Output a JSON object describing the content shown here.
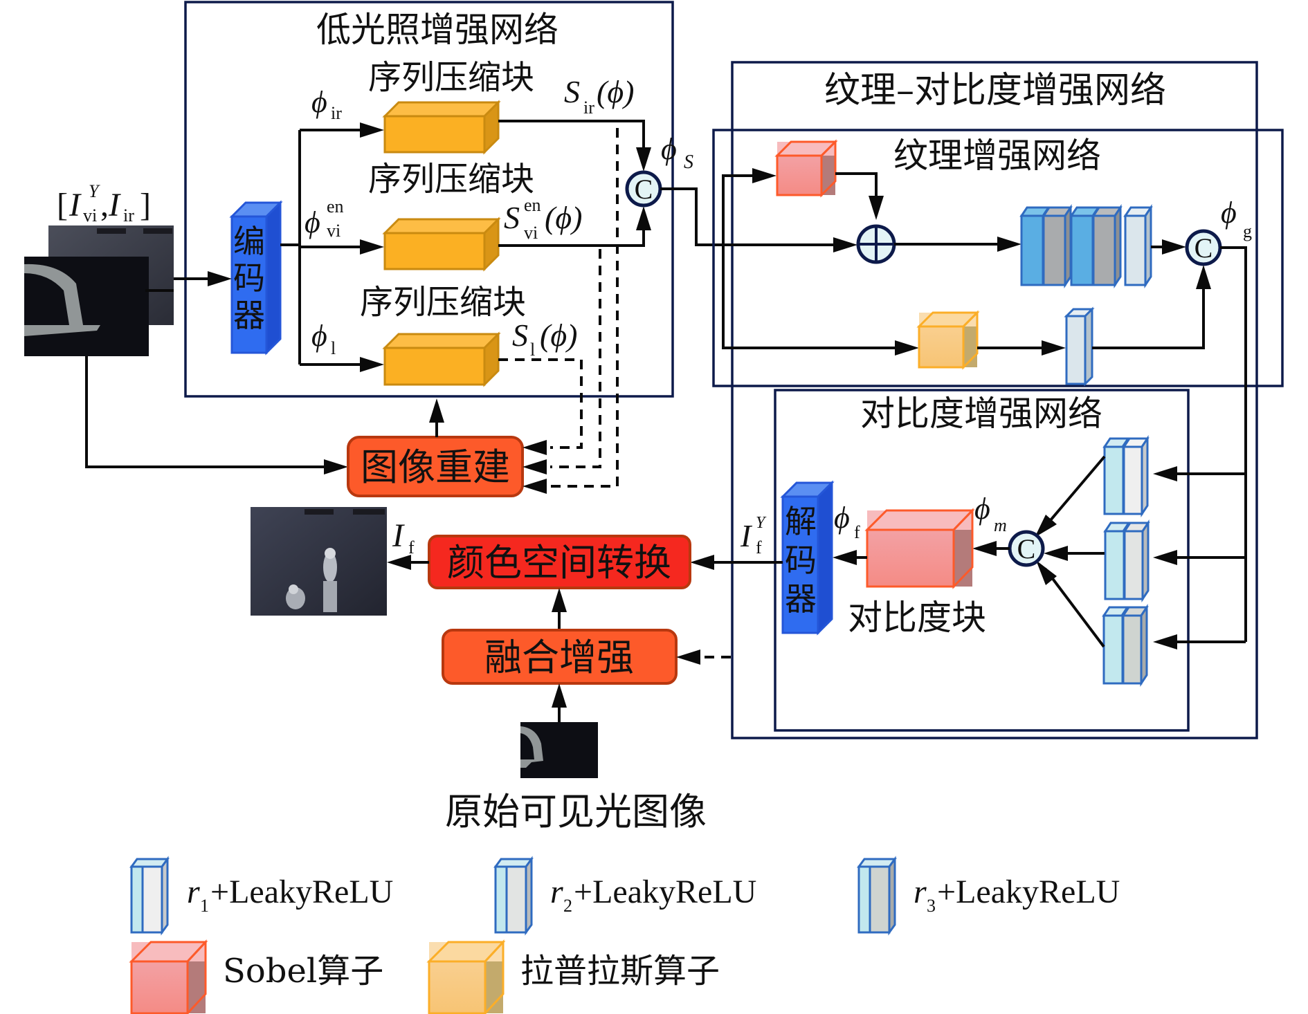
{
  "low_light_network": {
    "title": "低光照增强网络",
    "encoder_label": [
      "编",
      "码",
      "器"
    ],
    "blocks": [
      {
        "label": "序列压缩块",
        "input": {
          "base": "ϕ",
          "sub": "ir",
          "sup": ""
        },
        "output": {
          "base": "S",
          "sub": "ir",
          "sup": "",
          "arg": "(ϕ)"
        }
      },
      {
        "label": "序列压缩块",
        "input": {
          "base": "ϕ",
          "sub": "vi",
          "sup": "en"
        },
        "output": {
          "base": "S",
          "sub": "vi",
          "sup": "en",
          "arg": "(ϕ)"
        }
      },
      {
        "label": "序列压缩块",
        "input": {
          "base": "ϕ",
          "sub": "l",
          "sup": ""
        },
        "output": {
          "base": "S",
          "sub": "l",
          "sup": "",
          "arg": "(ϕ)"
        }
      }
    ],
    "concat_symbol": "C",
    "concat_output": {
      "base": "ϕ",
      "sub": "S"
    }
  },
  "input": {
    "label_open": "[",
    "label_I1": "I",
    "label_I1_sup": "Y",
    "label_I1_sub": "vi",
    "label_comma": ",",
    "label_I2": "I",
    "label_I2_sub": "ir",
    "label_close": "]"
  },
  "reconstruction": {
    "label": "图像重建"
  },
  "texture_contrast_network": {
    "title": "纹理–对比度增强网络",
    "texture_network": {
      "title": "纹理增强网络",
      "add_symbol": "+",
      "concat_symbol": "C",
      "output": {
        "base": "ϕ",
        "sub": "g"
      }
    },
    "contrast_network": {
      "title": "对比度增强网络",
      "decoder_label": [
        "解",
        "码",
        "器"
      ],
      "contrast_block_label": "对比度块",
      "concat_symbol": "C",
      "phi_m": {
        "base": "ϕ",
        "sub": "m"
      },
      "phi_f": {
        "base": "ϕ",
        "sub": "f"
      }
    }
  },
  "output_stage": {
    "fused_y": {
      "base": "I",
      "sup": "Y",
      "sub": "f"
    },
    "color_conversion": "颜色空间转换",
    "fusion_enhance": "融合增强",
    "fused_output": {
      "base": "I",
      "sub": "f"
    },
    "source_label": "原始可见光图像"
  },
  "legend": {
    "items": [
      {
        "icon": "r1-block-icon",
        "var": "r",
        "sub": "1",
        "text": "+LeakyReLU"
      },
      {
        "icon": "r2-block-icon",
        "var": "r",
        "sub": "2",
        "text": "+LeakyReLU"
      },
      {
        "icon": "r3-block-icon",
        "var": "r",
        "sub": "3",
        "text": "+LeakyReLU"
      },
      {
        "icon": "sobel-cube-icon",
        "text": "Sobel算子"
      },
      {
        "icon": "laplacian-cube-icon",
        "text": "拉普拉斯算子"
      }
    ]
  },
  "colors": {
    "box_stroke": "#0d1a4a",
    "seq_block": "#fbb023",
    "encoder": "#2f6cf0",
    "reconstruction": "#fd5a2a",
    "color_conversion": "#f5281f",
    "fusion": "#fd5a2a",
    "sobel": "#f49a98",
    "laplacian": "#f8c97e",
    "conv_blue": "#5aaee3",
    "conv_gray": "#a9abad",
    "node_fill": "#e3f4f6"
  }
}
